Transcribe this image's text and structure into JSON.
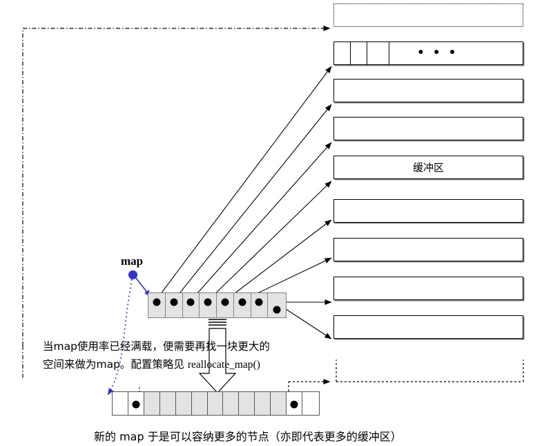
{
  "diagram": {
    "title_label": "map",
    "buffer_label": "缓冲区",
    "ellipsis": "• • •",
    "note_line1": "当map使用率已经满载，便需要再找一块更大的",
    "note_line2_prefix": "空间来做为map。配置策略见",
    "note_line2_code": "reallocate_map()",
    "caption": "新的 map 于是可以容纳更多的节点（亦即代表更多的缓冲区）"
  },
  "colors": {
    "map_fill": "#e3e3e3",
    "map_border": "#808080",
    "buffer_border": "#000000",
    "buffer_shadow": "#808080",
    "pointer_blue": "#3333cc",
    "line_black": "#000000"
  },
  "map_array": {
    "name": "map",
    "cell_count": 8,
    "cells": [
      {
        "index": 0,
        "has_node": true,
        "node_low": false
      },
      {
        "index": 1,
        "has_node": true,
        "node_low": false
      },
      {
        "index": 2,
        "has_node": true,
        "node_low": false
      },
      {
        "index": 3,
        "has_node": true,
        "node_low": false
      },
      {
        "index": 4,
        "has_node": true,
        "node_low": false
      },
      {
        "index": 5,
        "has_node": true,
        "node_low": false
      },
      {
        "index": 6,
        "has_node": true,
        "node_low": false
      },
      {
        "index": 7,
        "has_node": true,
        "node_low": true
      }
    ]
  },
  "new_map_array": {
    "name": "new map",
    "cell_count": 13,
    "cells": [
      {
        "index": 0,
        "filled": false,
        "has_node": false
      },
      {
        "index": 1,
        "filled": false,
        "has_node": true
      },
      {
        "index": 2,
        "filled": true,
        "has_node": false
      },
      {
        "index": 3,
        "filled": true,
        "has_node": false
      },
      {
        "index": 4,
        "filled": true,
        "has_node": false
      },
      {
        "index": 5,
        "filled": true,
        "has_node": false
      },
      {
        "index": 6,
        "filled": true,
        "has_node": false
      },
      {
        "index": 7,
        "filled": true,
        "has_node": false
      },
      {
        "index": 8,
        "filled": true,
        "has_node": false
      },
      {
        "index": 9,
        "filled": true,
        "has_node": false
      },
      {
        "index": 10,
        "filled": true,
        "has_node": false
      },
      {
        "index": 11,
        "filled": false,
        "has_node": true
      },
      {
        "index": 12,
        "filled": false,
        "has_node": false
      }
    ]
  },
  "buffers": [
    {
      "index": 0,
      "label": "",
      "subdivided": true,
      "show_ellipsis": true
    },
    {
      "index": 1,
      "label": "",
      "subdivided": false,
      "show_ellipsis": false
    },
    {
      "index": 2,
      "label": "",
      "subdivided": false,
      "show_ellipsis": false
    },
    {
      "index": 3,
      "label": "缓冲区",
      "subdivided": false,
      "show_ellipsis": false
    },
    {
      "index": 4,
      "label": "",
      "subdivided": false,
      "show_ellipsis": false
    },
    {
      "index": 5,
      "label": "",
      "subdivided": false,
      "show_ellipsis": false
    },
    {
      "index": 6,
      "label": "",
      "subdivided": false,
      "show_ellipsis": false
    },
    {
      "index": 7,
      "label": "",
      "subdivided": false,
      "show_ellipsis": false
    }
  ]
}
